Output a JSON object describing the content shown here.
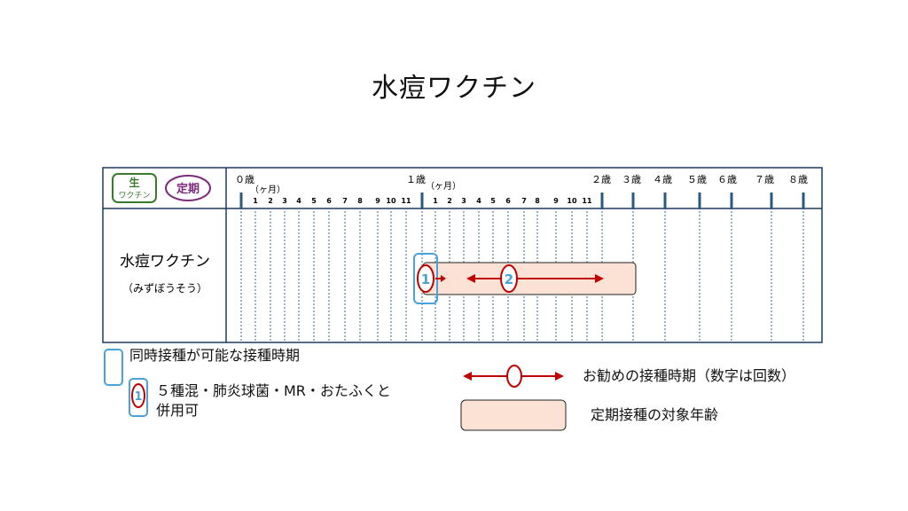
{
  "title": "水痘ワクチン",
  "header": {
    "badge_live_main": "生",
    "badge_live_sub": "ワクチン",
    "badge_routine": "定期"
  },
  "age_labels": [
    "０歳",
    "１歳",
    "２歳",
    "３歳",
    "４歳",
    "５歳",
    "６歳",
    "７歳",
    "８歳"
  ],
  "month_unit_label": "（ヶ月）",
  "months": [
    "1",
    "2",
    "3",
    "4",
    "5",
    "6",
    "7",
    "8",
    "9",
    "10",
    "11"
  ],
  "vaccine": {
    "name": "水痘ワクチン",
    "reading": "（みずぼうそう）"
  },
  "doses": [
    "1",
    "2"
  ],
  "legend": {
    "simultaneous": "同時接種が可能な接種時期",
    "combo_line1": "５種混・肺炎球菌・MR・おたふくと",
    "combo_line2": "併用可",
    "combo_dose": "1",
    "recommended": "お勧めの接種時期（数字は回数）",
    "routine_age": "定期接種の対象年齢"
  },
  "colors": {
    "border": "#1f3a5c",
    "tick": "#2a5a80",
    "dotted": "#3a6a90",
    "red": "#c00000",
    "blue": "#4aa3d8",
    "routine_fill": "#fbe2d5",
    "live_green": "#3a7a2a",
    "routine_purple": "#7b2c7b"
  }
}
